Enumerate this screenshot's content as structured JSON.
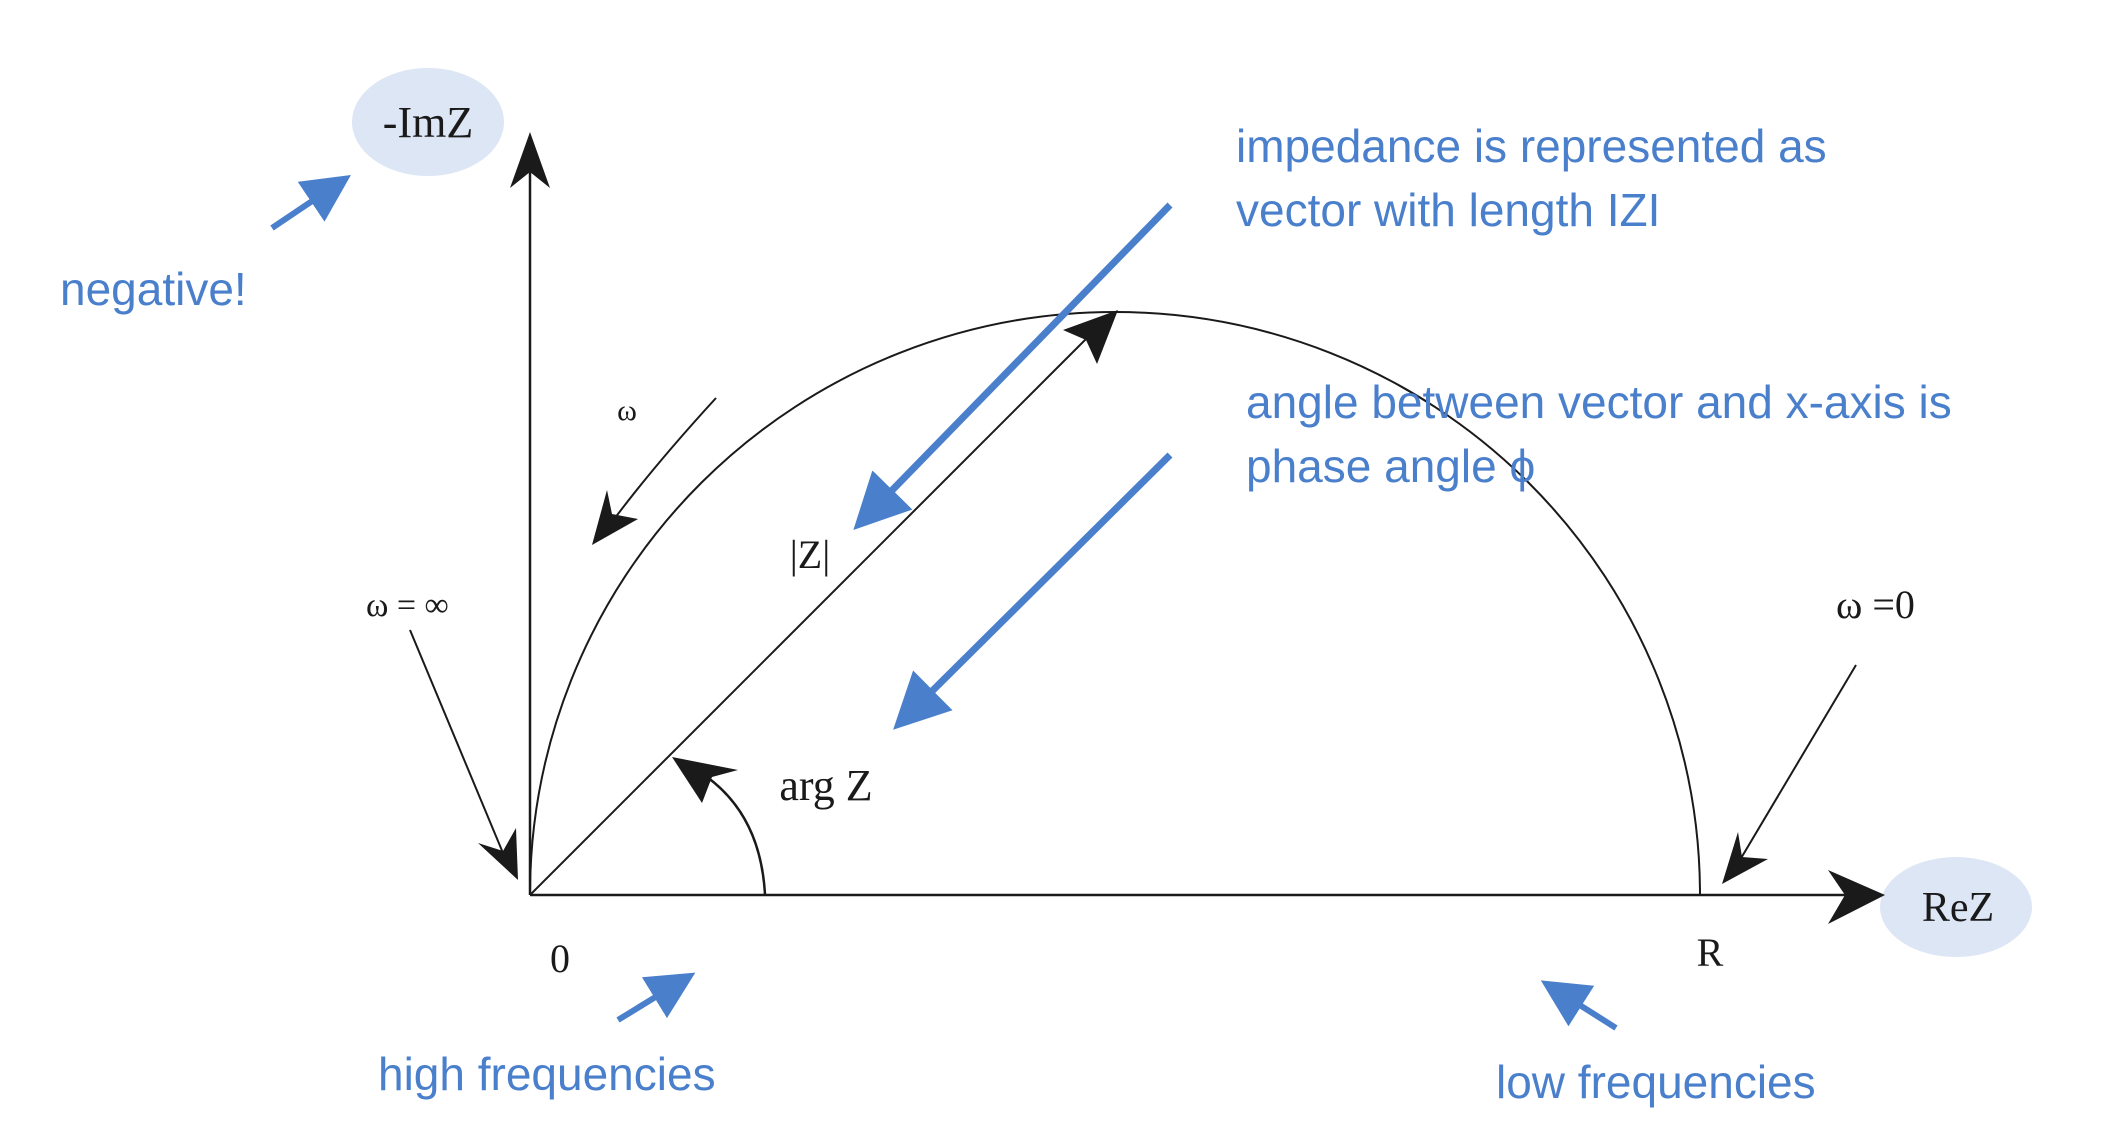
{
  "axes": {
    "y_label": "-ImZ",
    "x_label": "ReZ",
    "origin_label": "0",
    "r_label": "R"
  },
  "labels": {
    "omega_rotation": "ω",
    "omega_infinity": "ω = ∞",
    "omega_zero": "ω =0",
    "magnitude": "|Z|",
    "argument": "arg Z"
  },
  "annotations": {
    "negative": "negative!",
    "impedance_line1": "impedance is represented as",
    "impedance_line2": "vector with length IZI",
    "angle_line1": "angle between vector and x-axis is",
    "angle_line2": "phase angle ϕ",
    "high_freq": "high frequencies",
    "low_freq": "low frequencies"
  },
  "colors": {
    "annotation_blue": "#4a7fcc",
    "highlight_fill": "#dce6f5",
    "line_black": "#1a1a1a"
  }
}
